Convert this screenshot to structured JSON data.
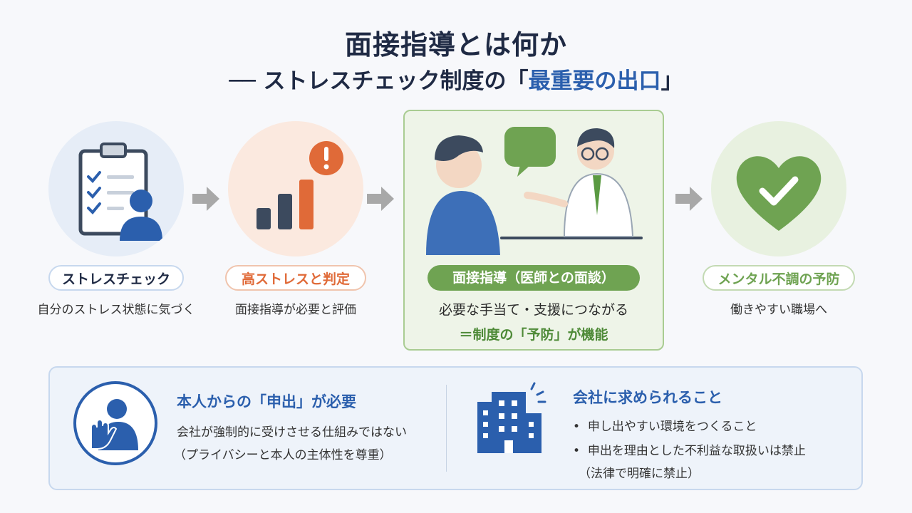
{
  "header": {
    "title": "面接指導とは何か",
    "subtitle_prefix": "── ストレスチェック制度の「",
    "subtitle_accent": "最重要の出口",
    "subtitle_suffix": "」"
  },
  "steps": [
    {
      "label": "ストレスチェック",
      "desc": "自分のストレス状態に気づく",
      "icon": "clipboard-person-icon"
    },
    {
      "label": "高ストレスと判定",
      "desc": "面接指導が必要と評価",
      "icon": "bar-chart-alert-icon"
    },
    {
      "label": "面接指導（医師との面談）",
      "desc": "必要な手当て・支援につながる",
      "desc2": "＝制度の「予防」が機能",
      "icon": "doctor-consultation-icon"
    },
    {
      "label": "メンタル不調の予防",
      "desc": "働きやすい職場へ",
      "icon": "heart-check-icon"
    }
  ],
  "bottom": {
    "left": {
      "title": "本人からの「申出」が必要",
      "line1": "会社が強制的に受けさせる仕組みではない",
      "line2": "（プライバシーと本人の主体性を尊重）",
      "icon": "person-raised-hand-icon"
    },
    "right": {
      "title": "会社に求められること",
      "bullets": [
        "申し出やすい環境をつくること",
        "申出を理由とした不利益な取扱いは禁止"
      ],
      "note": "（法律で明確に禁止）",
      "icon": "office-building-icon"
    }
  },
  "colors": {
    "navy": "#1f2a44",
    "accent_blue": "#2b5fad",
    "orange": "#e06a38",
    "green": "#6fa352",
    "gray_arrow": "#a8a8a8"
  }
}
